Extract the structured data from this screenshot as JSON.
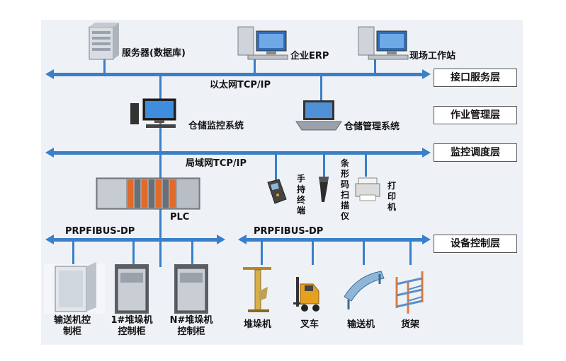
{
  "nodes": {
    "server": "服务器(数据库)",
    "erp": "企业ERP",
    "workstation": "现场工作站",
    "ethernet": "以太网TCP/IP",
    "wh_monitor": "仓储监控系统",
    "wh_manage": "仓储管理系统",
    "lan": "局域网TCP/IP",
    "handheld": "手持终端",
    "barcode": "条形码扫描仪",
    "printer": "打印机",
    "plc": "PLC",
    "bus_left": "PRPFIBUS-DP",
    "bus_right": "PRPFIBUS-DP",
    "conv_cab": "输送机控制柜",
    "stacker1_cab": "1#堆垛机控制柜",
    "stackern_cab": "N#堆垛机控制柜",
    "stacker": "堆垛机",
    "forklift": "叉车",
    "conveyor": "输送机",
    "rack": "货架"
  },
  "layers": {
    "interface": "接口服务层",
    "operation": "作业管理层",
    "monitor": "监控调度层",
    "device": "设备控制层"
  },
  "colors": {
    "bus": "#3a7fc8",
    "panel": "#eef2f7"
  }
}
